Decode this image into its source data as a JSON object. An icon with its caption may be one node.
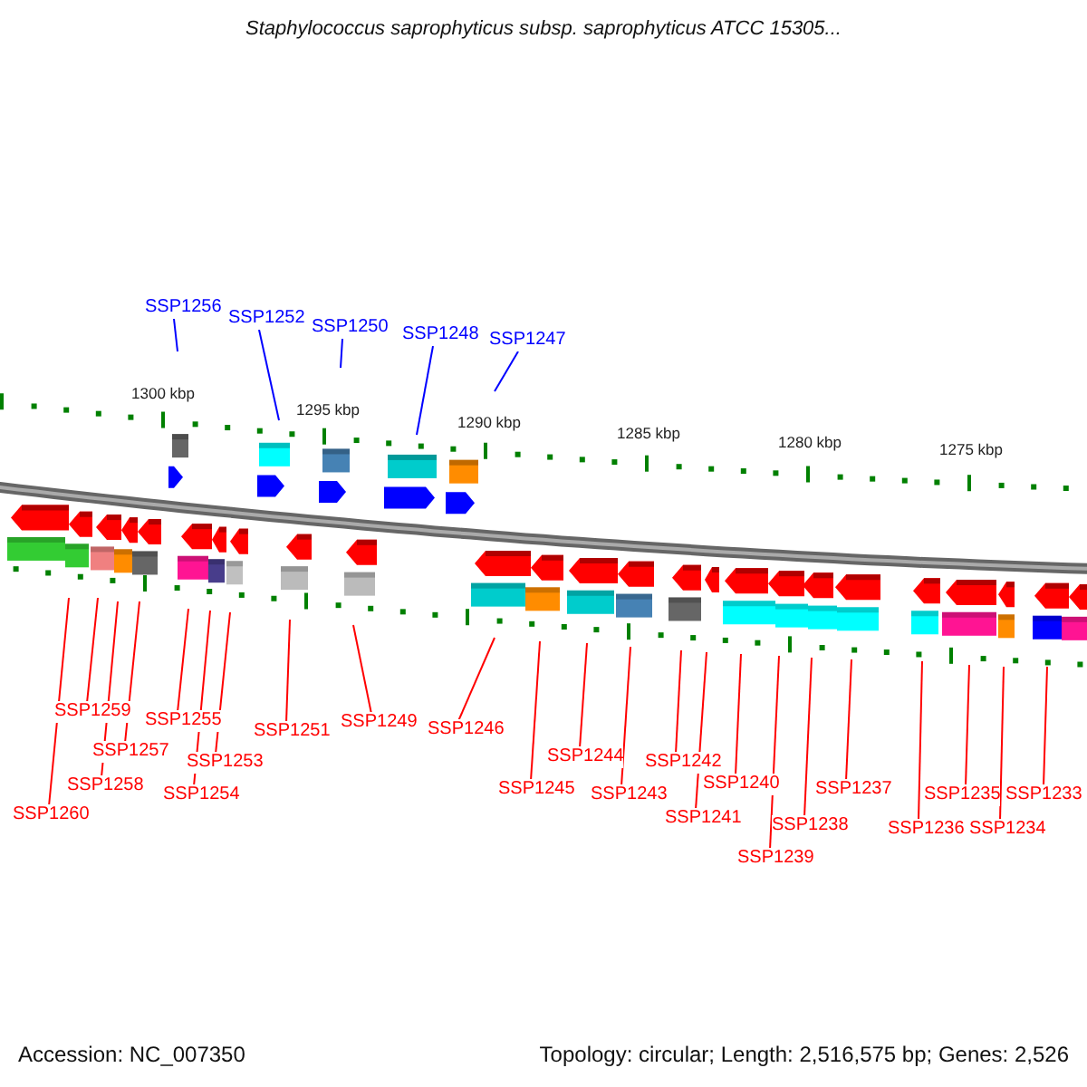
{
  "diagram": {
    "title": "Staphylococcus saprophyticus subsp. saprophyticus ATCC 15305...",
    "nodes": [
      {
        "text": [
          "SSP1256"
        ]
      },
      {
        "text": [
          "SSP1252"
        ]
      },
      {
        "text": [
          "SSP1250"
        ]
      },
      {
        "text": [
          "SSP1248"
        ]
      },
      {
        "text": [
          "SSP1247"
        ]
      },
      {
        "text": [
          "SSP1260"
        ]
      },
      {
        "text": [
          "SSP1259"
        ]
      },
      {
        "text": [
          "SSP1258"
        ]
      },
      {
        "text": [
          "SSP1257"
        ]
      },
      {
        "text": [
          "SSP1255"
        ]
      },
      {
        "text": [
          "SSP1254"
        ]
      },
      {
        "text": [
          "SSP1253"
        ]
      },
      {
        "text": [
          "SSP1251"
        ]
      },
      {
        "text": [
          "SSP1249"
        ]
      },
      {
        "text": [
          "SSP1246"
        ]
      },
      {
        "text": [
          "SSP1245"
        ]
      },
      {
        "text": [
          "SSP1244"
        ]
      },
      {
        "text": [
          "SSP1243"
        ]
      },
      {
        "text": [
          "SSP1242"
        ]
      },
      {
        "text": [
          "SSP1241"
        ]
      },
      {
        "text": [
          "SSP1240"
        ]
      },
      {
        "text": [
          "SSP1239"
        ]
      },
      {
        "text": [
          "SSP1238"
        ]
      },
      {
        "text": [
          "SSP1237"
        ]
      },
      {
        "text": [
          "SSP1236"
        ]
      },
      {
        "text": [
          "SSP1235"
        ]
      },
      {
        "text": [
          "SSP1234"
        ]
      },
      {
        "text": [
          "SSP1233"
        ]
      }
    ],
    "edges": [
      {
        "from": 0,
        "to": null,
        "arrow": "none",
        "color": "#0000ff"
      },
      {
        "from": 1,
        "to": null,
        "arrow": "none",
        "color": "#0000ff"
      },
      {
        "from": 2,
        "to": null,
        "arrow": "none",
        "color": "#0000ff"
      },
      {
        "from": 3,
        "to": null,
        "arrow": "none",
        "color": "#0000ff"
      },
      {
        "from": 4,
        "to": null,
        "arrow": "none",
        "color": "#0000ff"
      },
      {
        "from": 5,
        "to": null,
        "arrow": "none"
      },
      {
        "from": 6,
        "to": null,
        "arrow": "none"
      },
      {
        "from": 7,
        "to": null,
        "arrow": "none"
      },
      {
        "from": 8,
        "to": null,
        "arrow": "none"
      },
      {
        "from": 9,
        "to": null,
        "arrow": "none"
      },
      {
        "from": 10,
        "to": null,
        "arrow": "none"
      },
      {
        "from": 11,
        "to": null,
        "arrow": "none"
      },
      {
        "from": 12,
        "to": null,
        "arrow": "none"
      },
      {
        "from": 13,
        "to": null,
        "arrow": "none"
      },
      {
        "from": 14,
        "to": null,
        "arrow": "none"
      },
      {
        "from": 15,
        "to": null,
        "arrow": "none"
      },
      {
        "from": 16,
        "to": null,
        "arrow": "none"
      },
      {
        "from": 17,
        "to": null,
        "arrow": "none"
      },
      {
        "from": 18,
        "to": null,
        "arrow": "none"
      },
      {
        "from": 19,
        "to": null,
        "arrow": "none"
      },
      {
        "from": 20,
        "to": null,
        "arrow": "none"
      },
      {
        "from": 21,
        "to": null,
        "arrow": "none"
      },
      {
        "from": 22,
        "to": null,
        "arrow": "none"
      },
      {
        "from": 23,
        "to": null,
        "arrow": "none"
      },
      {
        "from": 24,
        "to": null,
        "arrow": "none"
      },
      {
        "from": 25,
        "to": null,
        "arrow": "none"
      },
      {
        "from": 26,
        "to": null,
        "arrow": "none"
      },
      {
        "from": 27,
        "to": null,
        "arrow": "none"
      }
    ],
    "labels": [
      "1300 kbp",
      "1295 kbp",
      "1290 kbp",
      "1285 kbp",
      "1280 kbp",
      "1275 kbp",
      "Accession: NC_007350",
      "Topology: circular; Length: 2,516,575 bp; Genes: 2,526"
    ]
  }
}
